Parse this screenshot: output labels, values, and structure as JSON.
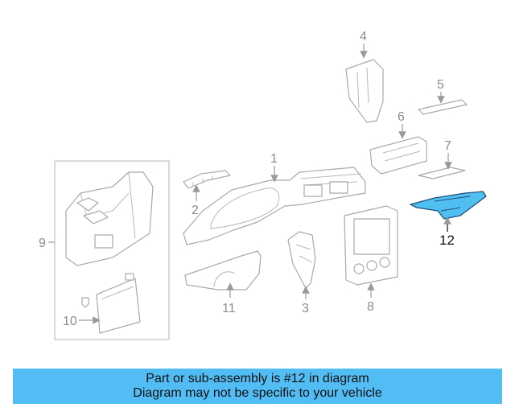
{
  "callouts": {
    "c1": "1",
    "c2": "2",
    "c3": "3",
    "c4": "4",
    "c5": "5",
    "c6": "6",
    "c7": "7",
    "c8": "8",
    "c9": "9",
    "c10": "10",
    "c11": "11",
    "c12": "12"
  },
  "highlight_color": "#4fbff2",
  "banner": {
    "line1": "Part or sub-assembly is #12 in diagram",
    "line2": "Diagram may not be specific to your vehicle",
    "background": "#52bdf4"
  }
}
